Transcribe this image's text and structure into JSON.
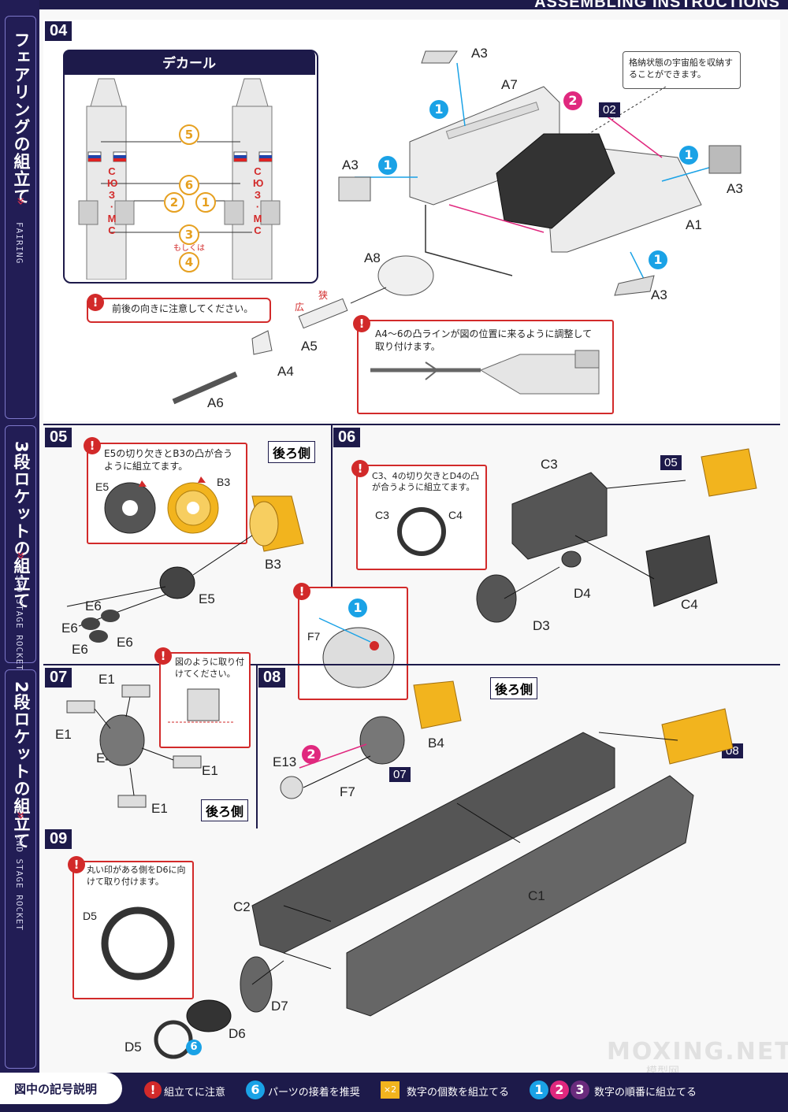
{
  "header": {
    "title": "ASSEMBLING INSTRUCTIONS"
  },
  "sidebar": {
    "fairing": {
      "jp": "フェアリングの組立て",
      "en": "FAIRING"
    },
    "stage3": {
      "jp": "3段ロケットの組立て",
      "en": "3RD STAGE ROCKET"
    },
    "stage2": {
      "jp": "2段ロケットの組立て",
      "en": "2ND STAGE ROCKET"
    }
  },
  "step04": {
    "num": "04",
    "decal": {
      "title": "デカール",
      "cyr": [
        "С",
        "Ю",
        "З",
        "·",
        "М",
        "С"
      ],
      "nums": [
        "5",
        "6",
        "2",
        "1",
        "3",
        "4"
      ],
      "alt": "もしくは"
    },
    "note_dir": "前後の向きに注意してください。",
    "wide": "広",
    "narrow": "狭",
    "note_align": "A4〜6の凸ラインが図の位置に来るように調整して取り付けます。",
    "note_store": "格納状態の宇宙船を収納することができます。",
    "labels": {
      "a3a": "A3",
      "a3b": "A3",
      "a3c": "A3",
      "a3d": "A3",
      "a7": "A7",
      "a1": "A1",
      "a8": "A8",
      "a5": "A5",
      "a4": "A4",
      "a6": "A6"
    },
    "tag02": "02",
    "c1": "1",
    "c2": "2"
  },
  "step05": {
    "num": "05",
    "note": "E5の切り欠きとB3の凸が合うように組立てます。",
    "rear": "後ろ側",
    "labels": {
      "e5a": "E5",
      "b3a": "B3",
      "b3": "B3",
      "e5": "E5",
      "e6a": "E6",
      "e6b": "E6",
      "e6c": "E6",
      "e6d": "E6"
    }
  },
  "step06": {
    "num": "06",
    "note": "C3、4の切り欠きとD4の凸が合うように組立てます。",
    "labels": {
      "c3a": "C3",
      "c4a": "C4",
      "c3": "C3",
      "c4": "C4",
      "d4": "D4",
      "d3": "D3",
      "f7": "F7"
    },
    "tag05": "05"
  },
  "step07": {
    "num": "07",
    "note": "図のように取り付けてください。",
    "rear": "後ろ側",
    "labels": {
      "e1a": "E1",
      "e1b": "E1",
      "e1c": "E1",
      "e1d": "E1",
      "e4": "E4"
    }
  },
  "step08": {
    "num": "08",
    "rear": "後ろ側",
    "labels": {
      "b4": "B4",
      "e13": "E13",
      "f7": "F7"
    },
    "tag07": "07",
    "tag08": "08"
  },
  "step09": {
    "num": "09",
    "note": "丸い印がある側をD6に向けて取り付けます。",
    "labels": {
      "d5a": "D5",
      "c2": "C2",
      "c1": "C1",
      "d7": "D7",
      "d6": "D6",
      "d5": "D5"
    }
  },
  "legend": {
    "title": "図中の記号説明",
    "caution": "組立てに注意",
    "glue": "パーツの接着を推奨",
    "count": "数字の個数を組立てる",
    "order": "数字の順番に組立てる",
    "count_icon": "×2",
    "n1": "1",
    "n2": "2",
    "n3": "3",
    "glue_icon": "6"
  },
  "watermark": {
    "main": "MOXING.NET",
    "sub": "模型网"
  }
}
